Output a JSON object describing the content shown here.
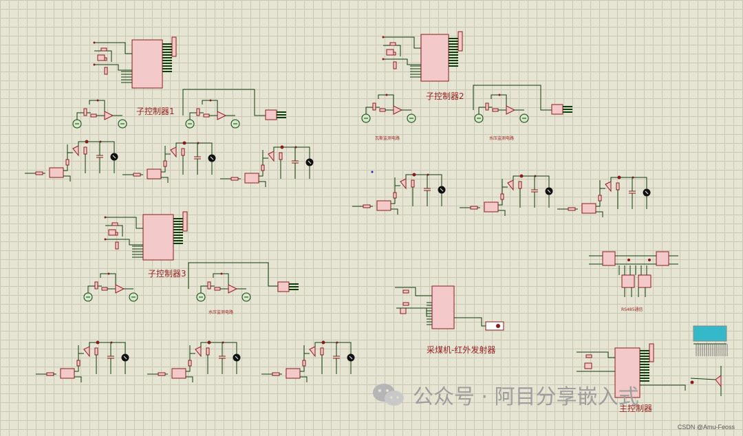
{
  "labels": {
    "sub1": "子控制器1",
    "sub2": "子控制器2",
    "sub3": "子控制器3",
    "gas": "瓦斯监测电路",
    "water2": "水压监测电路",
    "water3": "水压监测电路",
    "rs485": "RS485通信",
    "shearer": "采煤机-红外发射器",
    "main": "主控制器"
  },
  "watermark": {
    "text": "公众号 · 阿目分享嵌入式",
    "credit": "CSDN @Amu-Feoss"
  },
  "colors": {
    "background": "#e6e4d3",
    "grid": "#c9c6b3",
    "wire": "#0b3d0b",
    "component": "#8b1a1a",
    "fill": "#f3c9c9",
    "label": "#9a1f1f",
    "lcd": "#35b8c8"
  }
}
